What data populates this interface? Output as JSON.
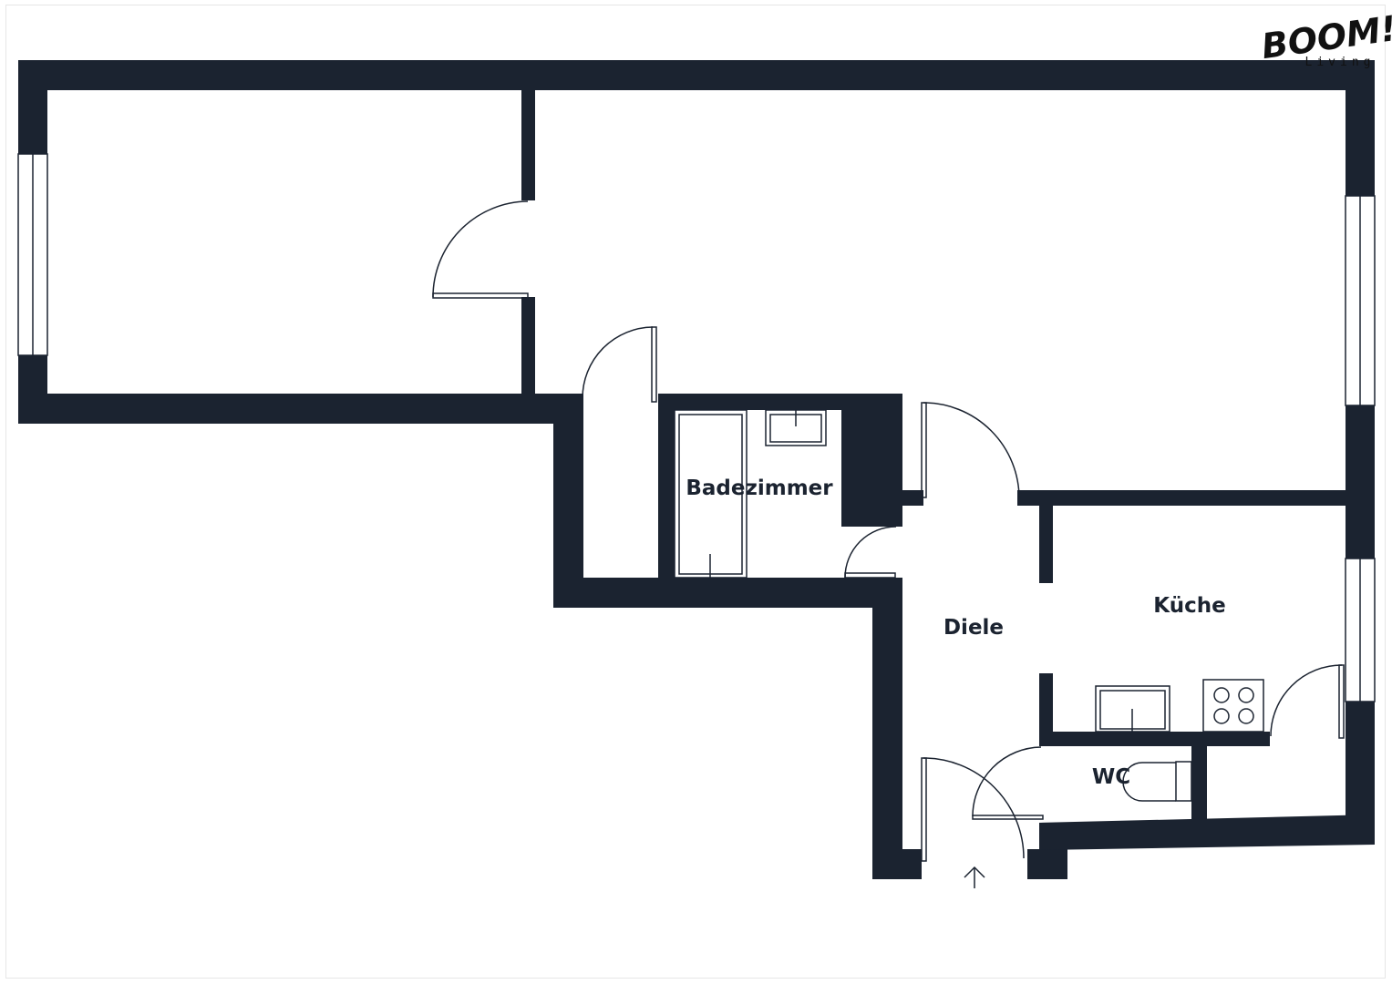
{
  "logo": {
    "main": "BOOM!",
    "sub": "Living"
  },
  "rooms": [
    {
      "id": "badezimmer",
      "label": "Badezimmer"
    },
    {
      "id": "diele",
      "label": "Diele"
    },
    {
      "id": "kueche",
      "label": "Küche"
    },
    {
      "id": "wc",
      "label": "WC"
    }
  ],
  "colors": {
    "wall": "#1b2330",
    "fixture": "#1b2330",
    "background": "#ffffff",
    "frame": "#e6e6e6"
  },
  "icons": {
    "entrance": "arrow-up-icon"
  }
}
